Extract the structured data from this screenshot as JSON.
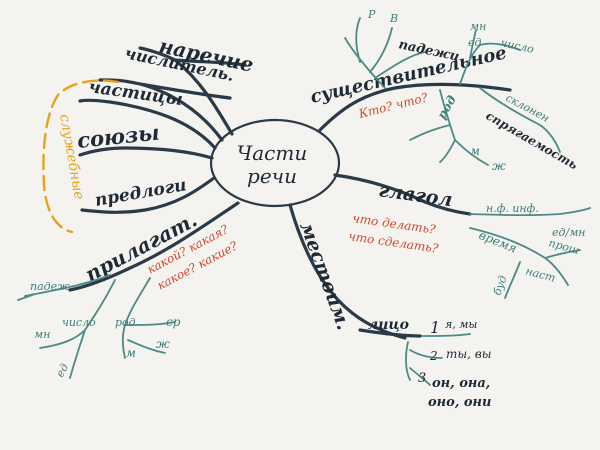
{
  "center": {
    "line1": "Части",
    "line2": "речи"
  },
  "service_words": {
    "label": "служебные",
    "items": [
      "частицы",
      "союзы",
      "предлоги"
    ],
    "color": "#e8a21c"
  },
  "parts": {
    "adverb": "наречие",
    "numeral": "числитель.",
    "particle": "частицы",
    "conjunction": "союзы",
    "preposition": "предлоги",
    "noun": "существительное",
    "verb": "глагол",
    "pronoun": "местоим.",
    "adjective": "прилагат."
  },
  "questions": {
    "noun": "Кто? что?",
    "verb_1": "что делать?",
    "verb_2": "что сделать?",
    "adjective_1": "какой? какая?",
    "adjective_2": "какое? какие?"
  },
  "noun_branch": {
    "cases": "падежи",
    "case_r": "Р",
    "case_v": "В",
    "number_ed": "ед",
    "number_mn": "мн",
    "number": "число",
    "gender": "род",
    "gender_m": "м",
    "gender_zh": "ж",
    "declension": "склонен",
    "conjugation": "спрягаемость"
  },
  "verb_branch": {
    "form": "н.ф. инф.",
    "time": "время",
    "time_past": "прош",
    "time_present": "наст",
    "time_future": "буд",
    "number": "ед/мн"
  },
  "pronoun_branch": {
    "person": "лицо",
    "first": "1",
    "first_forms": "я, мы",
    "second": "2",
    "second_forms": "ты, вы",
    "third": "3",
    "third_forms_1": "он, она,",
    "third_forms_2": "оно, они"
  },
  "adjective_branch": {
    "cases": "падеж",
    "number_mn": "мн",
    "number": "число",
    "number_ed": "ед",
    "gender": "род",
    "gender_sr": "ср",
    "gender_m": "м",
    "gender_zh": "ж"
  },
  "colors": {
    "background": "#f4f3ef",
    "main_branch": "#2a3a48",
    "sub_branch": "#4b8a86",
    "question": "#d2482b",
    "service": "#e8a21c"
  }
}
